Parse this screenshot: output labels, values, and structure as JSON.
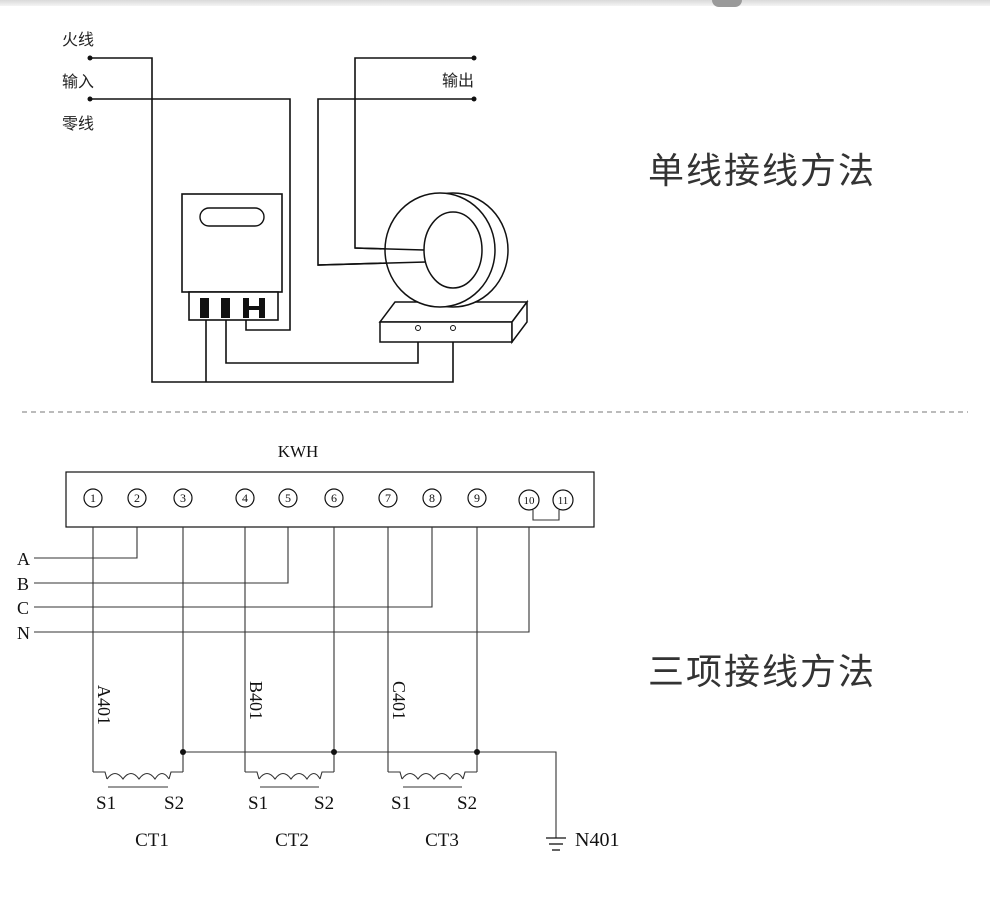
{
  "single_phase": {
    "live_label": "火线",
    "input_label": "输入",
    "neutral_label": "零线",
    "output_label": "输出",
    "title": "单线接线方法"
  },
  "three_phase": {
    "meter_label": "KWH",
    "terminals": [
      "1",
      "2",
      "3",
      "4",
      "5",
      "6",
      "7",
      "8",
      "9",
      "10",
      "11"
    ],
    "phases": [
      "A",
      "B",
      "C",
      "N"
    ],
    "wire_labels": [
      "A401",
      "B401",
      "C401"
    ],
    "s1": "S1",
    "s2": "S2",
    "ct_labels": [
      "CT1",
      "CT2",
      "CT3"
    ],
    "ground_label": "N401",
    "title": "三项接线方法"
  }
}
